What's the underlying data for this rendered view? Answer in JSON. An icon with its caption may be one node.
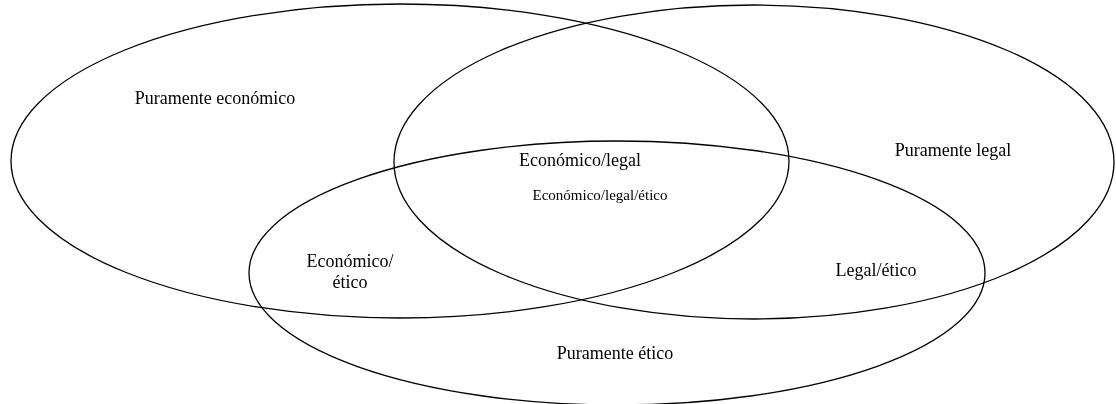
{
  "diagram": {
    "nodes": [
      {
        "text": [
          "Puramente económico"
        ]
      },
      {
        "text": [
          "Puramente legal"
        ]
      },
      {
        "text": [
          "Puramente ético"
        ]
      }
    ],
    "labels": [
      "Económico/legal",
      "Económico/legal/ético",
      "Económico/ ético",
      "Legal/ético"
    ]
  }
}
